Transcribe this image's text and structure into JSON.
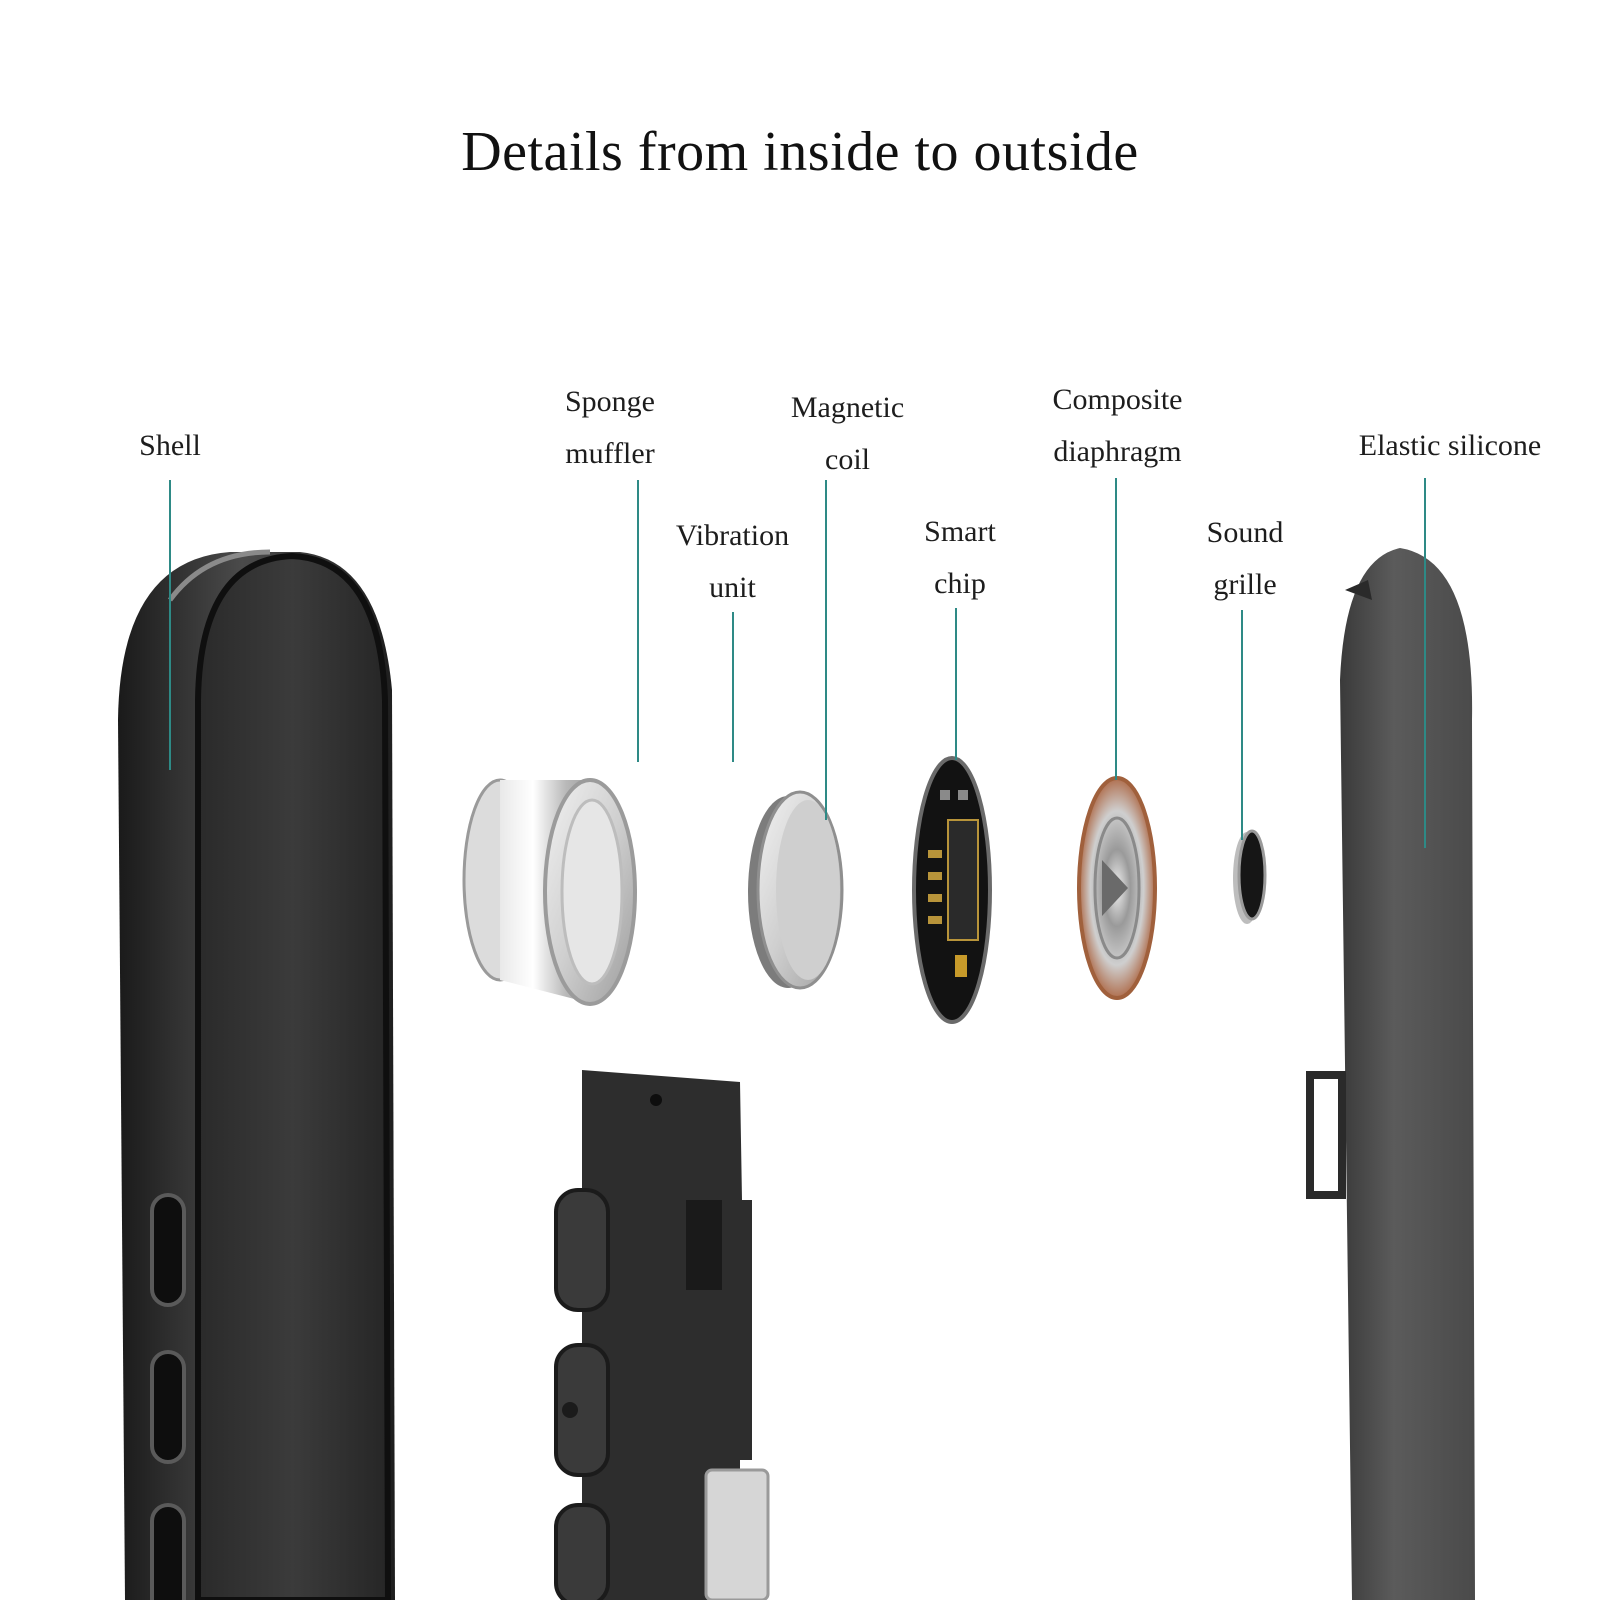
{
  "title": "Details from inside to outside",
  "components": [
    {
      "id": "shell",
      "lines": [
        "Shell"
      ],
      "icon": "earbud-shell-icon"
    },
    {
      "id": "sponge-muffler",
      "lines": [
        "Sponge",
        "muffler"
      ],
      "icon": "metal-ring-icon"
    },
    {
      "id": "vibration-unit",
      "lines": [
        "Vibration",
        "unit"
      ],
      "icon": "vibration-unit-icon"
    },
    {
      "id": "magnetic-coil",
      "lines": [
        "Magnetic",
        "coil"
      ],
      "icon": "magnetic-coil-disc-icon"
    },
    {
      "id": "smart-chip",
      "lines": [
        "Smart",
        "chip"
      ],
      "icon": "circuit-board-icon"
    },
    {
      "id": "composite-diaphragm",
      "lines": [
        "Composite",
        "diaphragm"
      ],
      "icon": "diaphragm-icon"
    },
    {
      "id": "sound-grille",
      "lines": [
        "Sound",
        "grille"
      ],
      "icon": "sound-grille-icon"
    },
    {
      "id": "elastic-silicone",
      "lines": [
        "Elastic silicone"
      ],
      "icon": "silicone-sleeve-icon"
    }
  ],
  "colors": {
    "leader_line": "#2e8a86",
    "shell_dark": "#1c1c1c",
    "silicone_gray": "#4a4a4a",
    "metal": "#c8c8c8",
    "background": "#ffffff"
  }
}
